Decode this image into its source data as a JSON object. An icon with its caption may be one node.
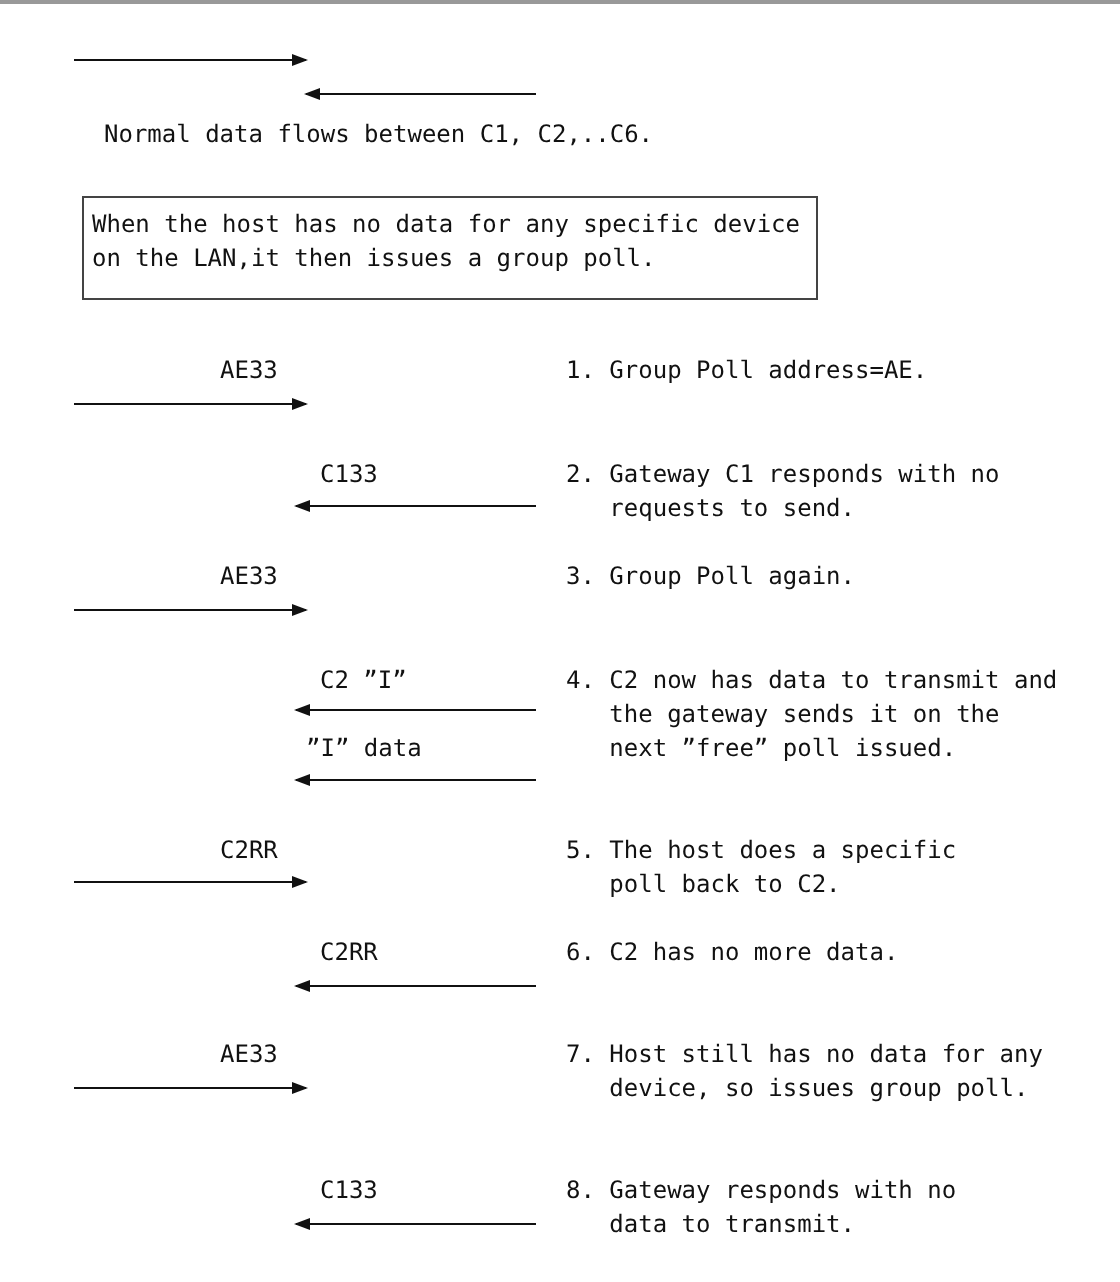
{
  "diagram": {
    "nodes": [
      {
        "text": [
          "When the host has no data for any specific device on the LAN,it then issues a group poll."
        ]
      }
    ],
    "labels": [
      "Normal data flows between C1, C2,..C6.",
      "AE33",
      "1. Group Poll address=AE.",
      "C133",
      "2. Gateway C1 responds with no requests to send.",
      "AE33",
      "3. Group Poll again.",
      "C2 ”I”",
      "4. C2 now has data to transmit and the gateway sends it on the next ”free” poll issued.",
      "”I” data",
      "C2RR",
      "5. The host does a specific poll back to C2.",
      "C2RR",
      "6. C2 has no more data.",
      "AE33",
      "7. Host still has no data for any device, so issues group poll.",
      "C133",
      "8. Gateway responds with no data to transmit."
    ]
  }
}
